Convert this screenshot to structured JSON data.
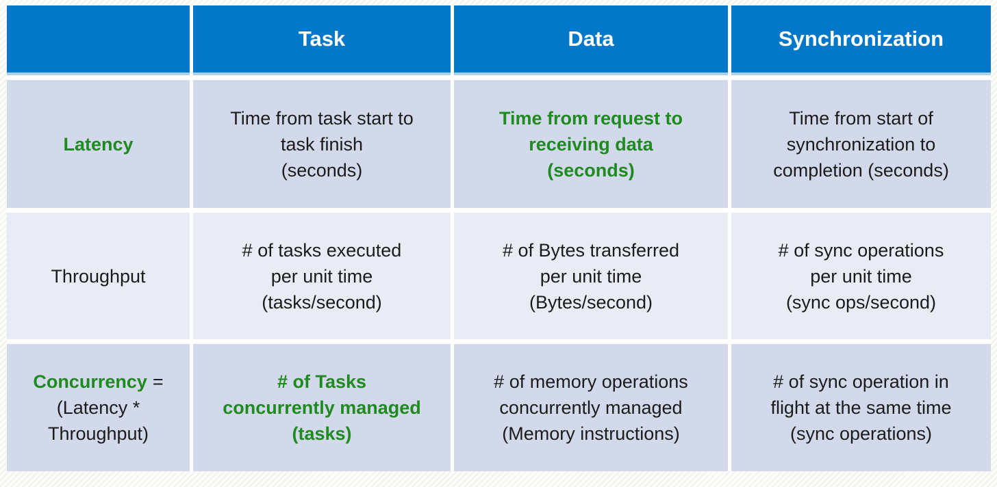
{
  "colors": {
    "header_bg": "#0478c8",
    "header_text": "#ffffff",
    "row_odd_bg": "#d2d9ea",
    "row_even_bg": "#e9ecf5",
    "accent_green": "#1f8a1f",
    "body_text": "#1b1b1b"
  },
  "table": {
    "header": [
      "",
      "Task",
      "Data",
      "Synchronization"
    ],
    "rows": [
      {
        "cells": [
          {
            "lines": [
              "Latency"
            ]
          },
          {
            "lines": [
              "Time from task start to",
              "task finish",
              "(seconds)"
            ]
          },
          {
            "lines": [
              "Time from request to",
              "receiving data",
              "(seconds)"
            ]
          },
          {
            "lines": [
              "Time from start of",
              "synchronization to",
              "completion (seconds)"
            ]
          }
        ]
      },
      {
        "cells": [
          {
            "lines": [
              "Throughput"
            ]
          },
          {
            "lines": [
              "# of tasks executed",
              "per unit time",
              "(tasks/second)"
            ]
          },
          {
            "lines": [
              "# of Bytes transferred",
              "per unit time",
              "(Bytes/second)"
            ]
          },
          {
            "lines": [
              "# of sync operations",
              "per unit time",
              "(sync ops/second)"
            ]
          }
        ]
      },
      {
        "cells": [
          {
            "title": "Concurrency",
            "equals": "=",
            "lines": [
              "(Latency *",
              "Throughput)"
            ]
          },
          {
            "lines": [
              "# of Tasks",
              "concurrently managed",
              "(tasks)"
            ]
          },
          {
            "lines": [
              "# of memory operations",
              "concurrently managed",
              "(Memory instructions)"
            ]
          },
          {
            "lines": [
              "# of sync operation in",
              "flight at the same time",
              "(sync operations)"
            ]
          }
        ]
      }
    ]
  }
}
